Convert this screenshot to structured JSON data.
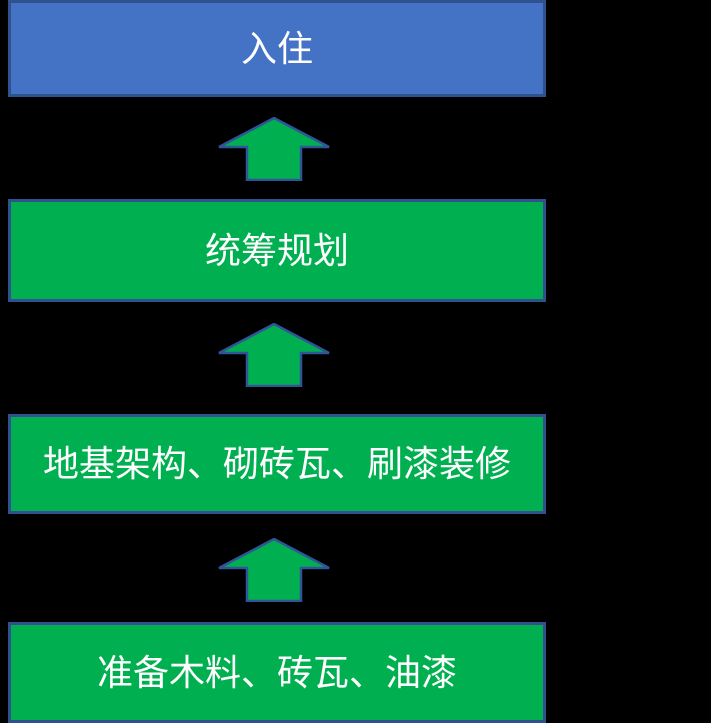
{
  "diagram": {
    "type": "flowchart-vertical-bottom-up",
    "background_color": "#000000",
    "text_color": "#FFFFFF",
    "box_border_color": "#2F528F",
    "steps": [
      {
        "label": "入住",
        "fill": "#4472C4"
      },
      {
        "label": "统筹规划",
        "fill": "#00B050"
      },
      {
        "label": "地基架构、砌砖瓦、刷漆装修",
        "fill": "#00B050"
      },
      {
        "label": "准备木料、砖瓦、油漆",
        "fill": "#00B050"
      }
    ],
    "arrows": {
      "direction": "up",
      "count": 3,
      "fill": "#00B050",
      "stroke": "#2F5597"
    }
  }
}
